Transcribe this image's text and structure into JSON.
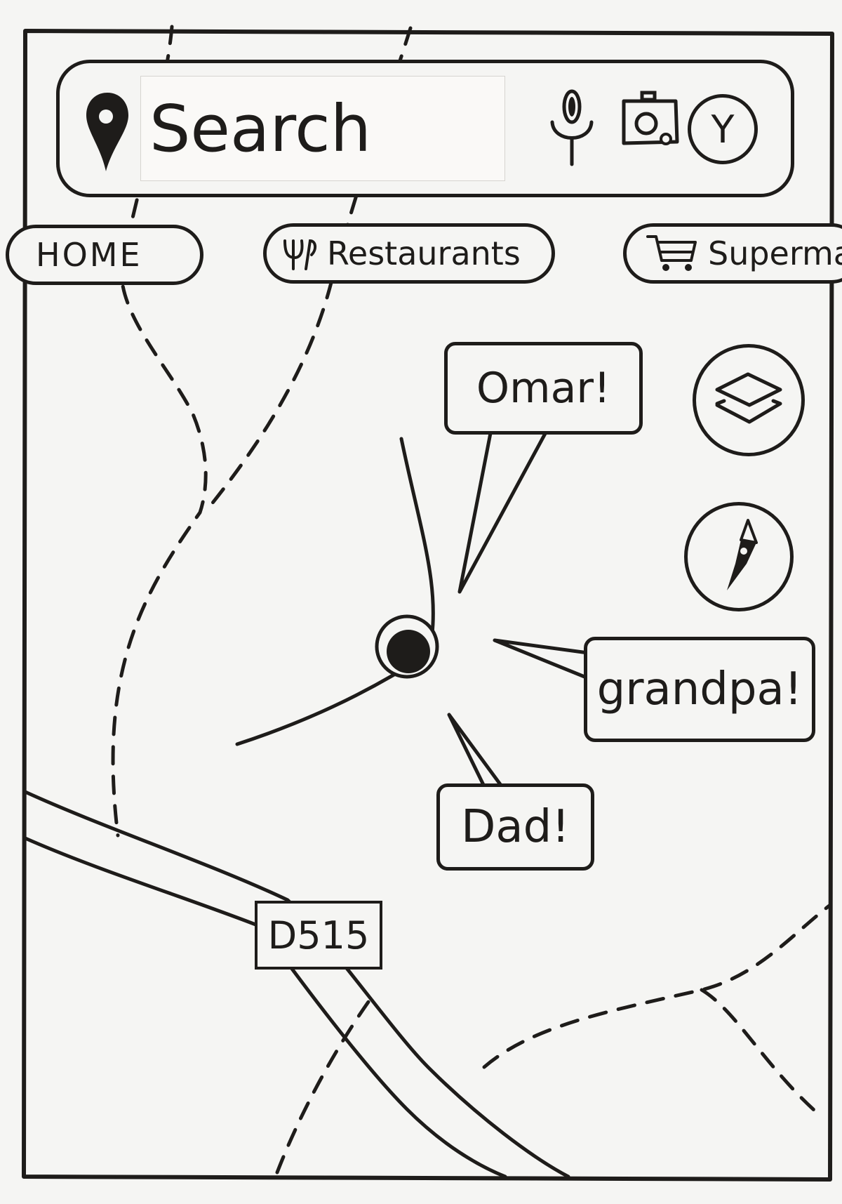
{
  "search": {
    "placeholder": "Search",
    "pin_icon": "map-pin-icon",
    "mic_icon": "microphone-icon",
    "camera_icon": "camera-icon",
    "avatar_initial": "Y"
  },
  "categories": [
    {
      "label": "HOME",
      "icon": ""
    },
    {
      "label": "Restaurants",
      "icon": "fork-knife-icon"
    },
    {
      "label": "Supermarkets",
      "icon": "cart-icon"
    }
  ],
  "map": {
    "controls": [
      {
        "name": "layers",
        "icon": "layers-icon"
      },
      {
        "name": "compass",
        "icon": "compass-icon"
      }
    ],
    "friends": [
      {
        "label": "Omar!"
      },
      {
        "label": "grandpa!"
      },
      {
        "label": "Dad!"
      }
    ],
    "road_label": "D515",
    "location_marker": "current-location-icon"
  }
}
